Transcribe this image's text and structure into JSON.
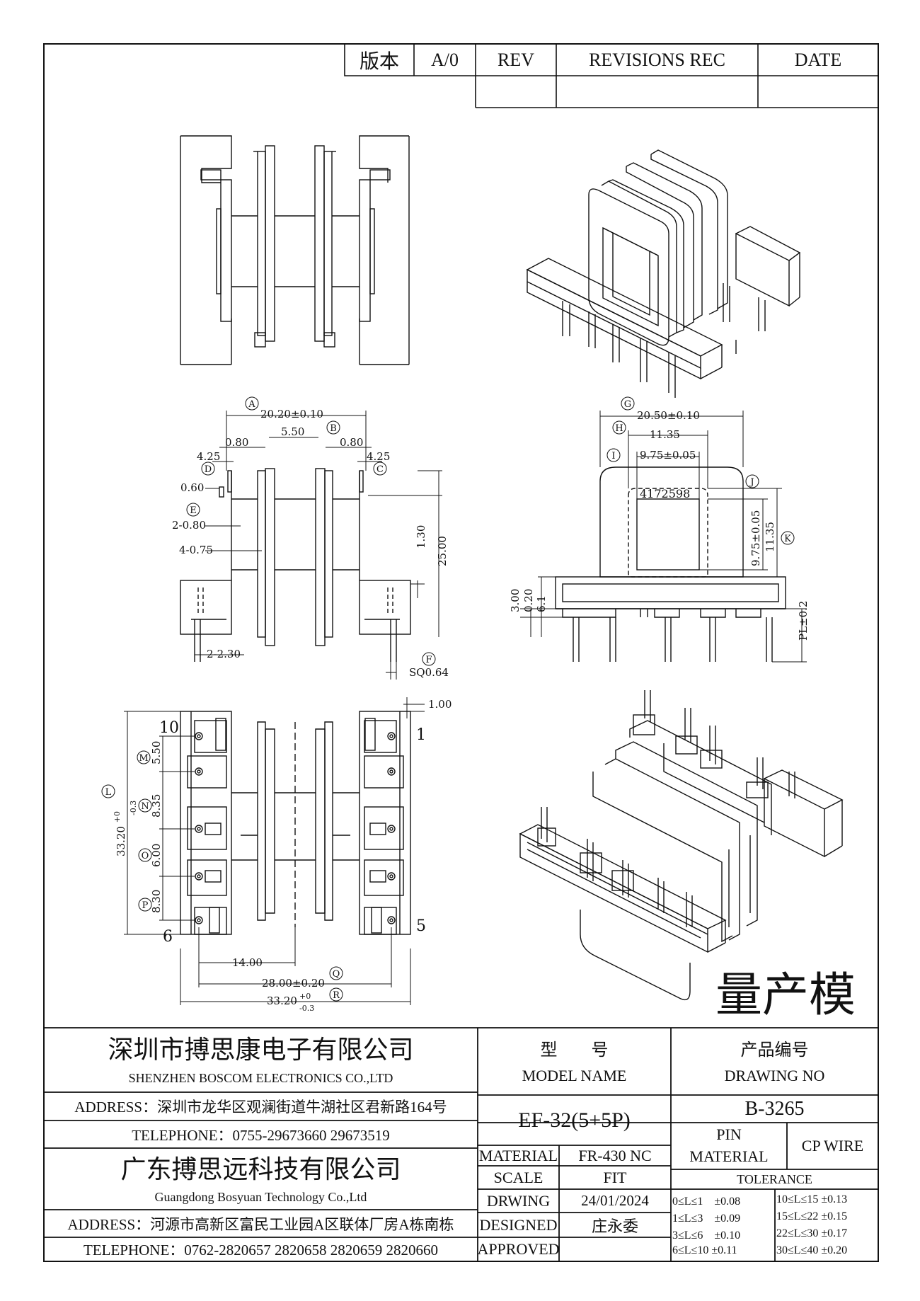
{
  "revision_table": {
    "version_label": "版本",
    "version_value": "A/0",
    "rev_label": "REV",
    "revisions_label": "REVISIONS REC",
    "date_label": "DATE"
  },
  "drawing": {
    "part_marking": "4172598",
    "pin_numbers": [
      "10",
      "1",
      "6",
      "5"
    ],
    "dim_circles": [
      "A",
      "B",
      "C",
      "D",
      "E",
      "F",
      "G",
      "H",
      "I",
      "J",
      "K",
      "L",
      "M",
      "N",
      "O",
      "P",
      "Q",
      "R"
    ],
    "dims_front": {
      "overall_width": "20.20±0.10",
      "slot": "5.50",
      "flange_left": "0.80",
      "flange_right": "0.80",
      "side_left": "4.25",
      "side_right": "4.25",
      "step": "0.60",
      "wall_2": "2-0.80",
      "wall_4": "4-0.75",
      "gap": "1.30",
      "height": "25.00",
      "pin_pitch": "2-2.30",
      "pin_sq": "SQ0.64"
    },
    "dims_side": {
      "overall_width": "20.50±0.10",
      "window_outer": "11.35",
      "window_inner": "9.75±0.05",
      "window_inner_v": "9.75±0.05",
      "window_outer_v": "11.35",
      "base_h1": "3.00",
      "base_h2": "0.20",
      "base_h3": "6.1",
      "pin_length": "PL±0.2"
    },
    "dims_bottom": {
      "pin_offset": "1.00",
      "pitch_m": "5.50",
      "pitch_n": "8.35",
      "pitch_o": "6.00",
      "pitch_p": "8.30",
      "overall_v": "33.20",
      "tol_v_plus": "+0",
      "tol_v_minus": "-0.3",
      "row_spacing": "14.00",
      "pin_span": "28.00±0.20",
      "overall_h": "33.20",
      "tol_h_plus": "+0",
      "tol_h_minus": "-0.3"
    },
    "stamp": "量产模"
  },
  "title_block": {
    "company1_cn": "深圳市搏思康电子有限公司",
    "company1_en": "SHENZHEN BOSCOM ELECTRONICS CO.,LTD",
    "address1": "ADDRESS：深圳市龙华区观澜街道牛湖社区君新路164号",
    "telephone1": "TELEPHONE：0755-29673660 29673519",
    "company2_cn": "广东搏思远科技有限公司",
    "company2_en": "Guangdong Bosyuan Technology Co.,Ltd",
    "address2": "ADDRESS：河源市高新区富民工业园A区联体厂房A栋南栋",
    "telephone2": "TELEPHONE：0762-2820657 2820658 2820659 2820660",
    "model_name_cn": "型　　号",
    "model_name_en": "MODEL NAME",
    "model_value": "EF-32(5+5P)",
    "drawing_no_cn": "产品编号",
    "drawing_no_en": "DRAWING NO",
    "drawing_no_value": "B-3265",
    "material_label": "MATERIAL",
    "material_value": "FR-430 NC",
    "pin_material_label_1": "PIN",
    "pin_material_label_2": "MATERIAL",
    "pin_material_value": "CP WIRE",
    "scale_label": "SCALE",
    "scale_value": "FIT",
    "drwing_label": "DRWING",
    "drwing_value": "24/01/2024",
    "designed_label": "DESIGNED",
    "designed_value": "庄永委",
    "approved_label": "APPROVED",
    "approved_value": "",
    "tolerance_label": "TOLERANCE",
    "tolerances": [
      "0≤L≤1　±0.08",
      "10≤L≤15 ±0.13",
      "1≤L≤3　±0.09",
      "15≤L≤22 ±0.15",
      "3≤L≤6　±0.10",
      "22≤L≤30 ±0.17",
      "6≤L≤10 ±0.11",
      "30≤L≤40 ±0.20"
    ]
  }
}
